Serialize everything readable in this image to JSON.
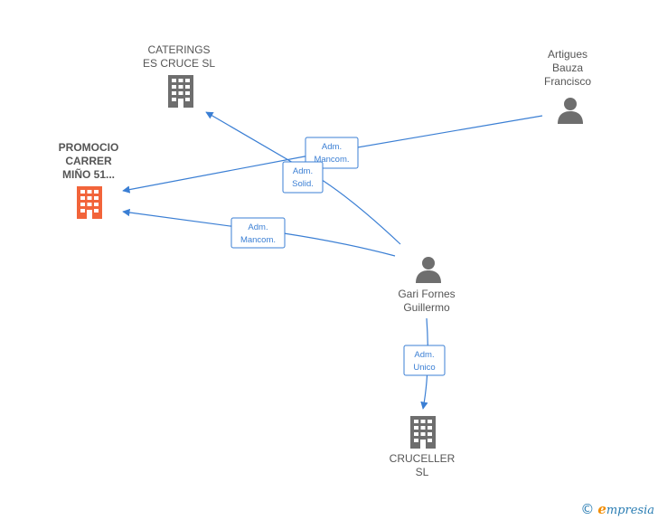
{
  "colors": {
    "edge": "#3b7fd4",
    "node_gray": "#6e6e6e",
    "node_highlight": "#f2643a",
    "label": "#555555",
    "brand_blue": "#2a7db3",
    "brand_orange": "#f28c00"
  },
  "nodes": {
    "caterings": {
      "lines": [
        "CATERINGS",
        "ES CRUCE  SL"
      ],
      "icon": "building-icon",
      "highlight": false
    },
    "promocio": {
      "lines": [
        "PROMOCIO",
        "CARRER",
        "MIÑO 51..."
      ],
      "icon": "building-icon",
      "highlight": true
    },
    "artigues": {
      "lines": [
        "Artigues",
        "Bauza",
        "Francisco"
      ],
      "icon": "person-icon",
      "highlight": false
    },
    "gari": {
      "lines": [
        "Gari Fornes",
        "Guillermo"
      ],
      "icon": "person-icon",
      "highlight": false
    },
    "cruceller": {
      "lines": [
        "CRUCELLER",
        "SL"
      ],
      "icon": "building-icon",
      "highlight": false
    }
  },
  "edges": {
    "artigues_promocio": {
      "lines": [
        "Adm.",
        "Mancom."
      ]
    },
    "gari_caterings": {
      "lines": [
        "Adm.",
        "Solid."
      ]
    },
    "gari_promocio": {
      "lines": [
        "Adm.",
        "Mancom."
      ]
    },
    "gari_cruceller": {
      "lines": [
        "Adm.",
        "Unico"
      ]
    }
  },
  "footer": {
    "copyright_symbol": "©",
    "brand_first": "e",
    "brand_rest": "mpresia"
  }
}
